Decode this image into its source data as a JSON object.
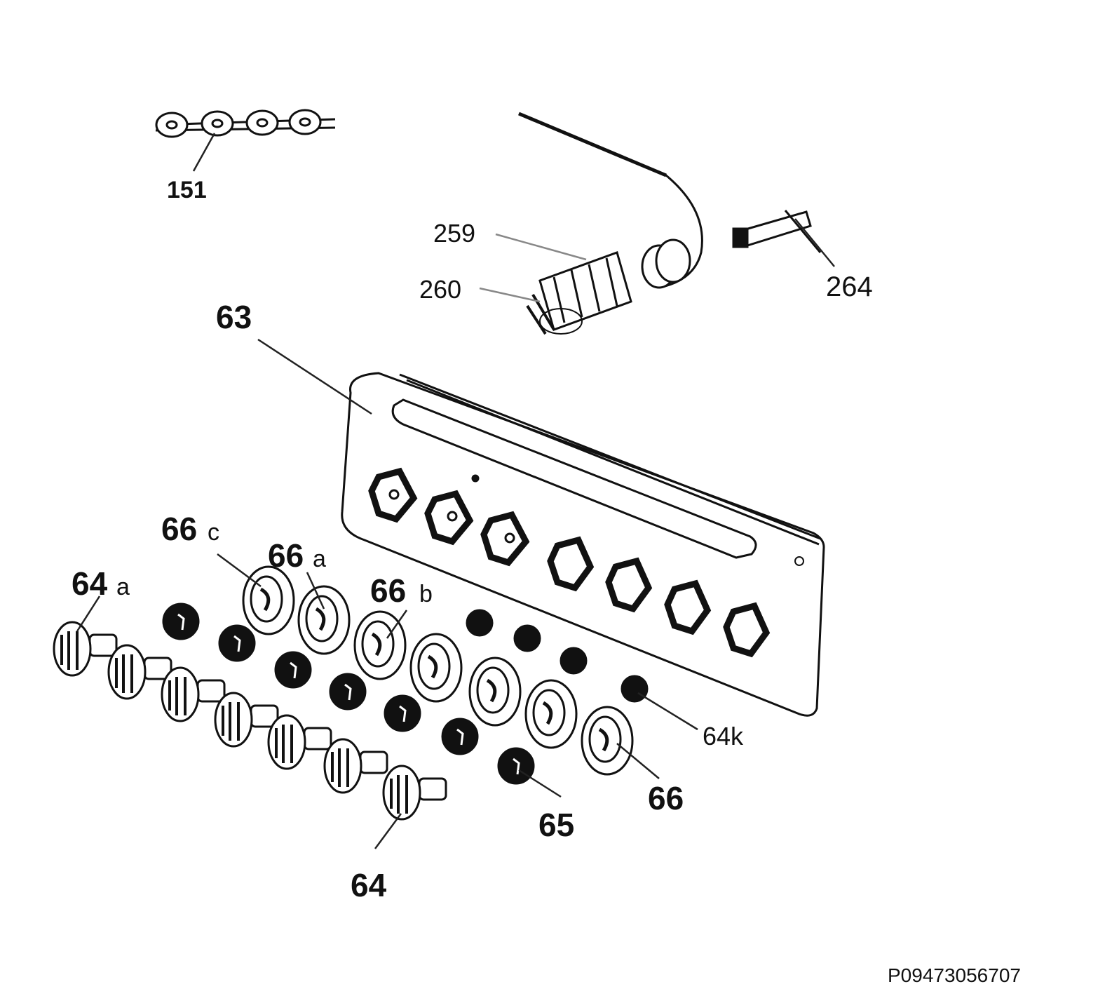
{
  "drawing": {
    "code": "P09473056707"
  },
  "callouts": {
    "c151": "151",
    "c259": "259",
    "c260": "260",
    "c264": "264",
    "c63": "63",
    "c66": "66",
    "c66a": "66",
    "c66a_suffix": "a",
    "c66b": "66",
    "c66b_suffix": "b",
    "c66c": "66",
    "c66c_suffix": "c",
    "c64a": "64",
    "c64a_suffix": "a",
    "c64k": "64k",
    "c64": "64",
    "c65": "65",
    "c66_main": "66"
  },
  "colors": {
    "line": "#111111",
    "leader_light": "#888888",
    "background": "#ffffff"
  }
}
